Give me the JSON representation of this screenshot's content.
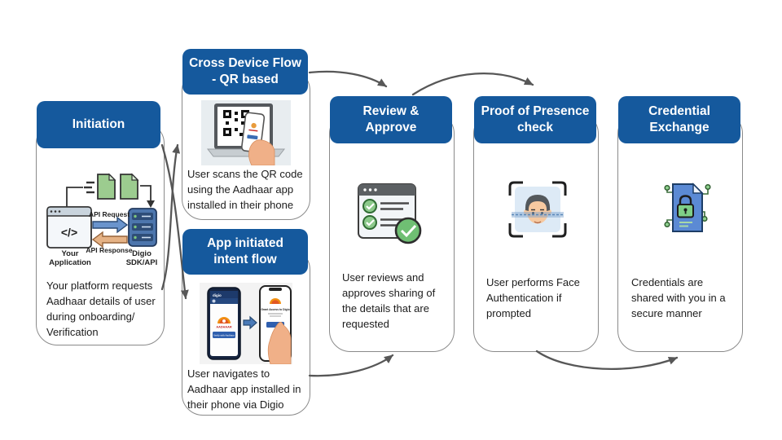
{
  "palette": {
    "header_bg": "#15599d",
    "header_text": "#ffffff",
    "card_border": "#8a8a8a",
    "arrow": "#575757",
    "body_text": "#1c1c1c"
  },
  "cards": [
    {
      "id": "initiation",
      "title": "Initiation",
      "caption": "Your platform requests\nAadhaar details of user\nduring onboarding/\nVerification",
      "icon": "api-integration-icon"
    },
    {
      "id": "cross-device",
      "title": "Cross Device Flow\n- QR based",
      "caption": "User scans the QR code\nusing the Aadhaar app\ninstalled in their phone",
      "icon": "qr-scan-icon"
    },
    {
      "id": "app-intent",
      "title": "App initiated\nintent flow",
      "caption": "User navigates to\nAadhaar app installed in\ntheir phone via Digio",
      "icon": "app-intent-icon"
    },
    {
      "id": "review-approve",
      "title": "Review &\nApprove",
      "caption": "User reviews and\napproves sharing of\nthe details that are\nrequested",
      "icon": "review-checklist-icon"
    },
    {
      "id": "proof-presence",
      "title": "Proof of Presence\ncheck",
      "caption": "User performs Face\nAuthentication if\nprompted",
      "icon": "face-scan-icon"
    },
    {
      "id": "credential-exchange",
      "title": "Credential\nExchange",
      "caption": "Credentials are\nshared with you in a\nsecure manner",
      "icon": "secure-credential-icon"
    }
  ],
  "initiation_icon": {
    "api_request_label": "API Request",
    "api_response_label": "API Response",
    "your_application_label": "Your\nApplication",
    "digio_label": "Digio\nSDK/API",
    "code_glyph": "</>"
  },
  "app_intent_icon_microtext": {
    "digio_header": "digio",
    "aadhaar_wordmark": "AADHAAR",
    "verify_button": "Verify with Aadhaar",
    "grant_heading": "Grant Access to Digio"
  }
}
